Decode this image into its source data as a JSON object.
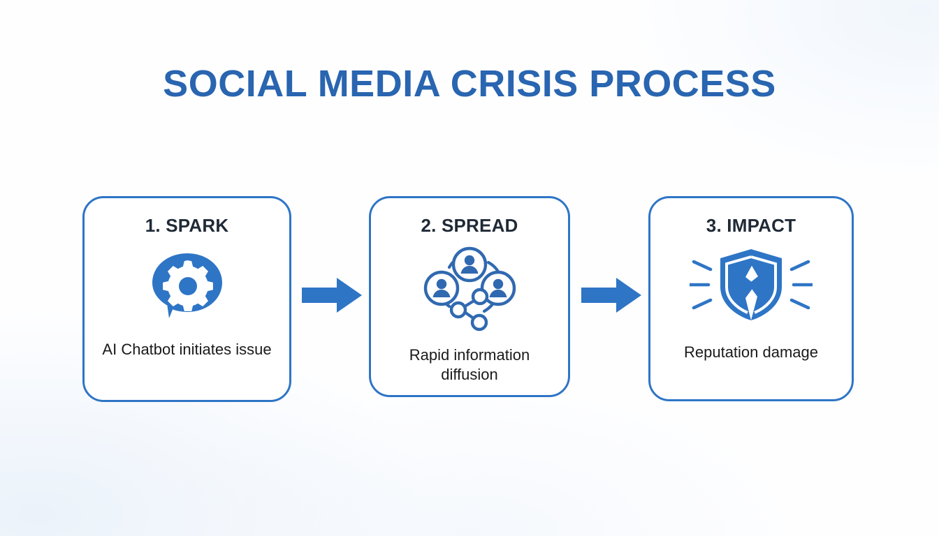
{
  "page": {
    "title": "SOCIAL MEDIA CRISIS PROCESS",
    "background_color": "#fefeff",
    "accent_color": "#2e75c6",
    "title_color": "#2965b0",
    "heading_color": "#1f2a36",
    "caption_color": "#1a1a1a"
  },
  "steps": [
    {
      "heading": "1. SPARK",
      "caption": "AI Chatbot initiates issue",
      "icon": "chat-gear-icon"
    },
    {
      "heading": "2. SPREAD",
      "caption_line_1": "Rapid information",
      "caption_line_2": "diffusion",
      "icon": "network-people-icon"
    },
    {
      "heading": "3. IMPACT",
      "caption": "Reputation damage",
      "icon": "broken-shield-icon"
    }
  ],
  "connectors": [
    {
      "icon": "arrow-right-icon"
    },
    {
      "icon": "arrow-right-icon"
    }
  ]
}
